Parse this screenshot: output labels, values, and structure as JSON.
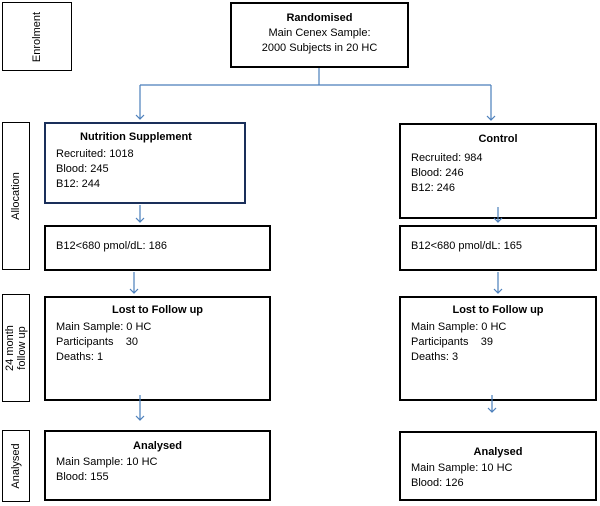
{
  "stages": {
    "enrolment": "Enrolment",
    "allocation": "Allocation",
    "followup_line1": "24 month",
    "followup_line2": "follow up",
    "analysed": "Analysed"
  },
  "randomised": {
    "title": "Randomised",
    "line1": "Main  Cenex Sample:",
    "line2": "2000 Subjects  in 20 HC"
  },
  "left": {
    "allocation": {
      "title": "Nutrition Supplement",
      "recruited": "Recruited: 1018",
      "blood": "Blood: 245",
      "b12": "B12: 244"
    },
    "b12_threshold": "B12<680 pmol/dL: 186",
    "lost": {
      "title": "Lost to Follow up",
      "main_sample": "Main Sample: 0 HC",
      "participants": "Participants    30",
      "deaths": "Deaths: 1"
    },
    "analysed": {
      "title": "Analysed",
      "main_sample": "Main Sample: 10 HC",
      "blood": "Blood: 155"
    }
  },
  "right": {
    "allocation": {
      "title": "Control",
      "recruited": "Recruited: 984",
      "blood": "Blood: 246",
      "b12": "B12: 246"
    },
    "b12_threshold": "B12<680 pmol/dL: 165",
    "lost": {
      "title": "Lost to Follow up",
      "main_sample": "Main Sample: 0 HC",
      "participants": "Participants    39",
      "deaths": "Deaths: 3"
    },
    "analysed": {
      "title": "Analysed",
      "main_sample": "Main Sample: 10 HC",
      "blood": "Blood: 126"
    }
  },
  "colors": {
    "arrow": "#4a7ebb",
    "allocation_border_left": "#1a2f5a"
  }
}
